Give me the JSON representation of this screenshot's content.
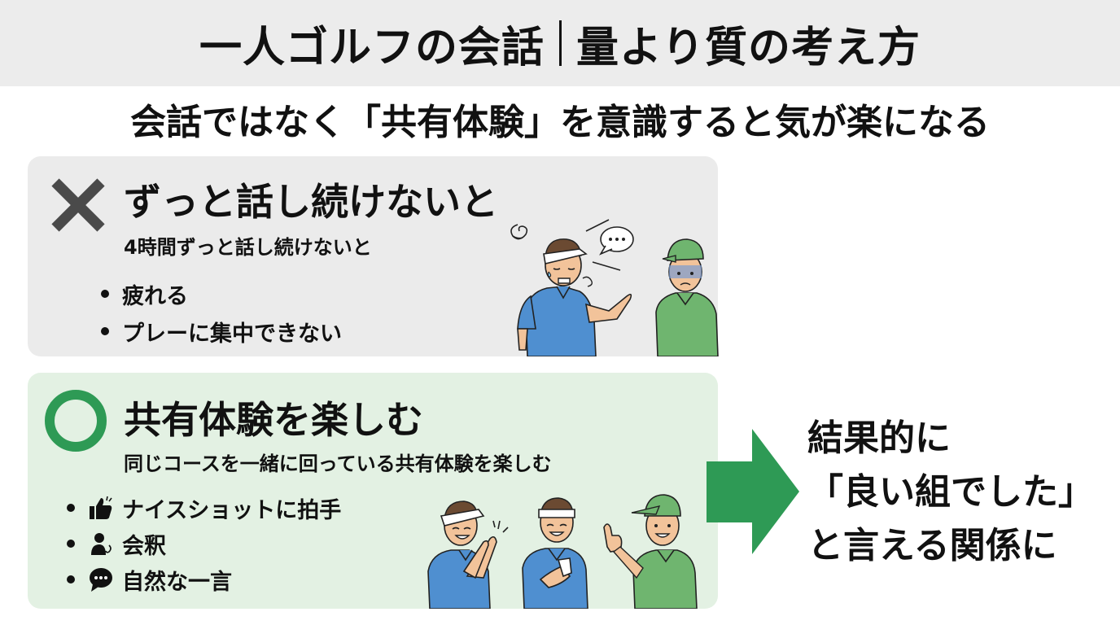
{
  "header": {
    "title_left": "一人ゴルフの会話",
    "title_right": "量より質の考え方"
  },
  "subtitle": "会話ではなく「共有体験」を意識すると気が楽になる",
  "bad_panel": {
    "mark_icon": "x-mark-icon",
    "heading": "ずっと話し続けないと",
    "description": "4時間ずっと話し続けないと",
    "bullets": [
      {
        "text": "疲れる"
      },
      {
        "text": "プレーに集中できない"
      }
    ],
    "illustration": "tired-golfer-talking-to-uncomfortable-partner"
  },
  "good_panel": {
    "mark_icon": "circle-mark-icon",
    "heading": "共有体験を楽しむ",
    "description": "同じコースを一緒に回っている共有体験を楽しむ",
    "bullets": [
      {
        "icon": "thumbs-up-icon",
        "text": "ナイスショットに拍手"
      },
      {
        "icon": "person-bow-icon",
        "text": "会釈"
      },
      {
        "icon": "speech-bubble-icon",
        "text": "自然な一言"
      }
    ],
    "illustration": "three-golfers-clapping-and-thumbs-up"
  },
  "arrow_icon": "right-arrow-icon",
  "result": {
    "lines": [
      "結果的に",
      "「良い組でした」",
      "と言える関係に"
    ]
  },
  "colors": {
    "title_bg": "#ececec",
    "bad_panel_bg": "#ebebeb",
    "good_panel_bg": "#e3f1e3",
    "green_accent": "#2e9a55",
    "x_mark": "#4a4a4a",
    "shirt_blue": "#4f8fd0",
    "shirt_green": "#6fb56f",
    "text": "#111111"
  }
}
